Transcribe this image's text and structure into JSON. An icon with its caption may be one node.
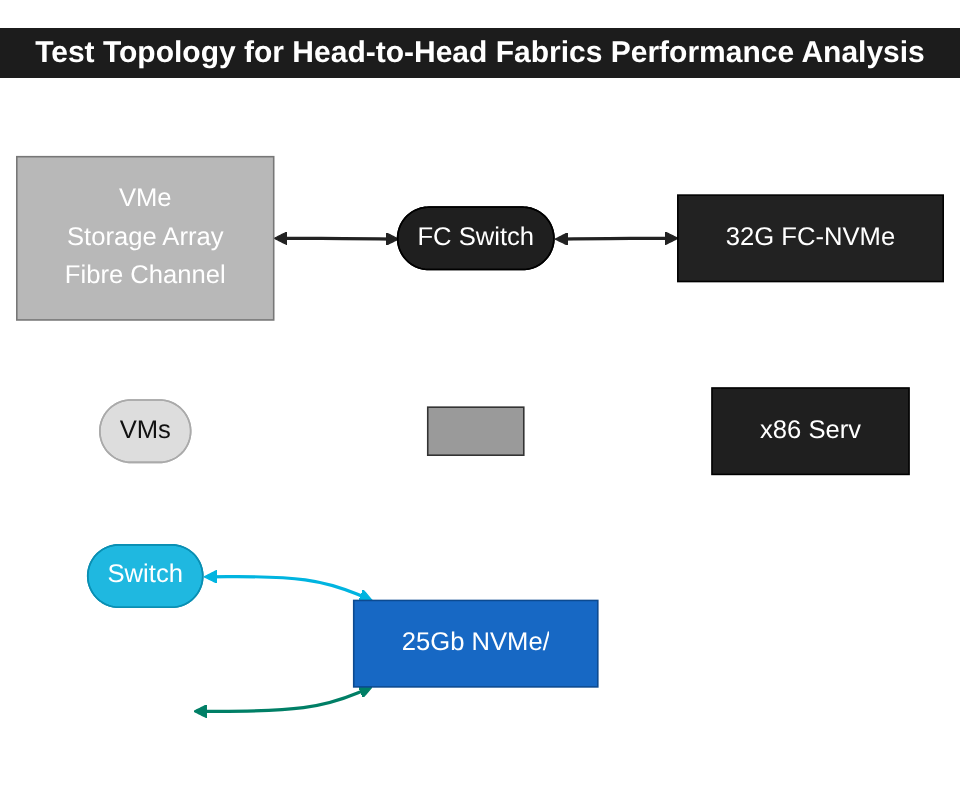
{
  "diagram": {
    "title": "Test Topology for Head-to-Head Fabrics Performance Analysis",
    "nodes": [
      {
        "text": [
          "VMe",
          "Storage Array",
          "Fibre Channel"
        ]
      },
      {
        "text": [
          "FC Switch"
        ]
      },
      {
        "text": [
          "Switch"
        ]
      },
      {
        "text": [
          "VMs"
        ]
      },
      {
        "text": [],
        "shape": "bar"
      },
      {
        "text": [
          "x86 Serv"
        ]
      },
      {
        "text": [
          "32G FC-NVMe"
        ]
      },
      {
        "text": [
          "25Gb NVMe/"
        ]
      }
    ],
    "edges": [
      {
        "from": 0,
        "to": 1,
        "arrow": "both",
        "color": "#222222"
      },
      {
        "from": 1,
        "to": 6,
        "arrow": "both",
        "color": "#222222"
      },
      {
        "from": 2,
        "to": 7,
        "arrow": "both",
        "color": "#00b4e0"
      },
      {
        "from": null,
        "to": 7,
        "arrow": "both",
        "color": "#007f66"
      }
    ]
  }
}
